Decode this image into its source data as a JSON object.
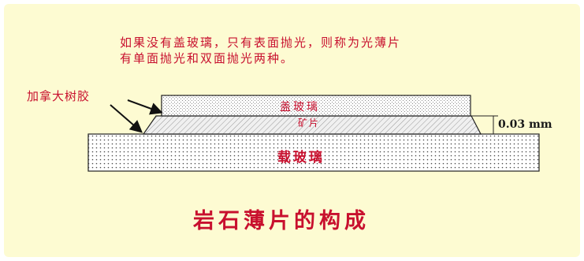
{
  "note": {
    "line1": "如果没有盖玻璃，只有表面抛光，则称为光薄片",
    "line2": "有单面抛光和双面抛光两种。"
  },
  "labels": {
    "canada_balsam": "加拿大树胶",
    "cover_glass": "盖玻璃",
    "rock_section": "矿片",
    "slide_glass": "载玻璃",
    "thickness": "0.03 mm"
  },
  "title": "岩石薄片的构成",
  "colors": {
    "background": "#fdfbd2",
    "text_red": "#c8102e",
    "outline": "#222222"
  }
}
